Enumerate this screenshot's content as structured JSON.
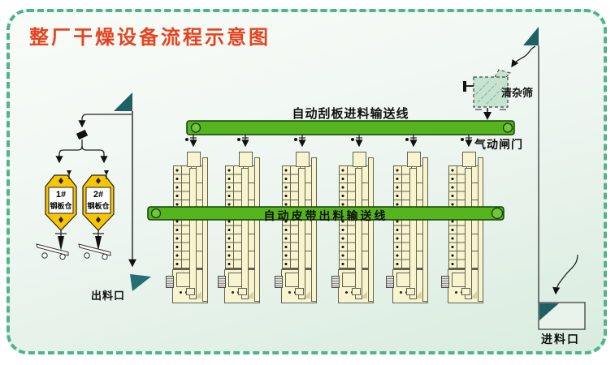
{
  "title": "整厂干燥设备流程示意图",
  "conveyors": {
    "top_label": "自动刮板进料输送线",
    "middle_label": "自动皮带出料输送线"
  },
  "equipment": {
    "sieve_label": "清杂筛",
    "gate_label": "气动闸门"
  },
  "ports": {
    "discharge_label": "出料口",
    "feed_label": "进料口"
  },
  "silos": [
    {
      "id": "1#",
      "name": "钢板仓"
    },
    {
      "id": "2#",
      "name": "钢板仓"
    }
  ],
  "towers": {
    "count": 6
  },
  "colors": {
    "border": "#4fb48c",
    "title": "#e5431f",
    "conveyor_green": "#56b41f",
    "silo_yellow": "#f9c402",
    "tower_cream": "#f8f4d0",
    "flag_teal": "#1e6063",
    "sieve_green": "#c6e2d0"
  }
}
